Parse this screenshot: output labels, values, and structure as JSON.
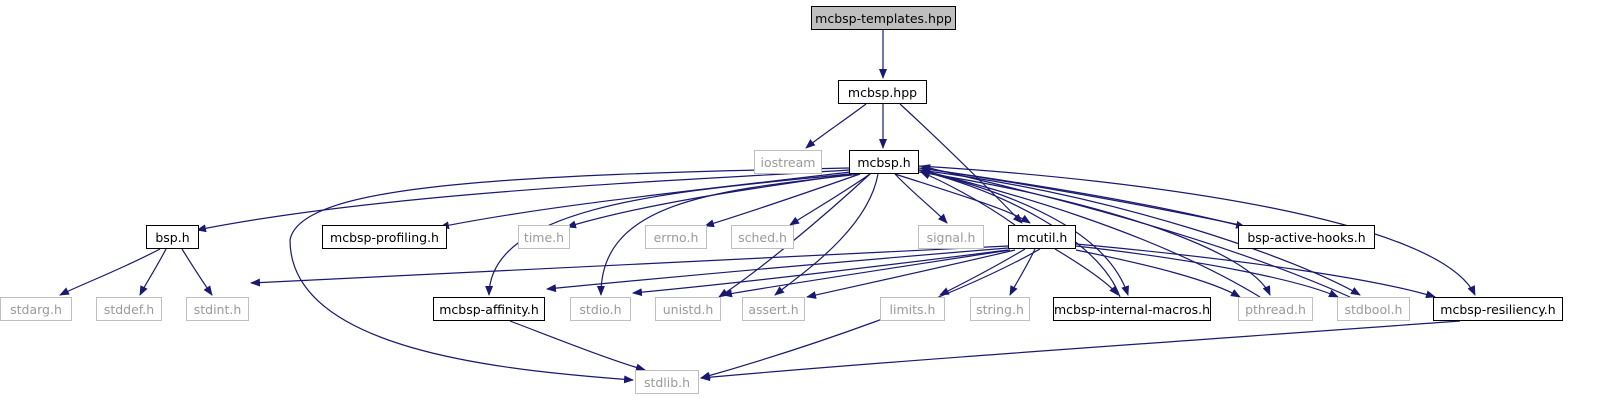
{
  "diagram": {
    "type": "include-dependency-graph",
    "colors": {
      "edge": "#191970",
      "root_fill": "#bfbfbf",
      "doc_border": "#000000",
      "sys_border": "#bfbfbf",
      "sys_text": "#9a9a9a"
    },
    "nodes": [
      {
        "id": "n0",
        "label": "mcbsp-templates.hpp",
        "kind": "root"
      },
      {
        "id": "n1",
        "label": "mcbsp.hpp",
        "kind": "doc"
      },
      {
        "id": "n2",
        "label": "iostream",
        "kind": "sys"
      },
      {
        "id": "n3",
        "label": "mcbsp.h",
        "kind": "doc"
      },
      {
        "id": "n4",
        "label": "bsp.h",
        "kind": "doc"
      },
      {
        "id": "n5",
        "label": "mcbsp-profiling.h",
        "kind": "doc"
      },
      {
        "id": "n6",
        "label": "time.h",
        "kind": "sys"
      },
      {
        "id": "n7",
        "label": "errno.h",
        "kind": "sys"
      },
      {
        "id": "n8",
        "label": "sched.h",
        "kind": "sys"
      },
      {
        "id": "n9",
        "label": "signal.h",
        "kind": "sys"
      },
      {
        "id": "n10",
        "label": "mcutil.h",
        "kind": "doc"
      },
      {
        "id": "n11",
        "label": "bsp-active-hooks.h",
        "kind": "doc"
      },
      {
        "id": "n12",
        "label": "stdarg.h",
        "kind": "sys"
      },
      {
        "id": "n13",
        "label": "stddef.h",
        "kind": "sys"
      },
      {
        "id": "n14",
        "label": "stdint.h",
        "kind": "sys"
      },
      {
        "id": "n15",
        "label": "mcbsp-affinity.h",
        "kind": "doc"
      },
      {
        "id": "n16",
        "label": "stdio.h",
        "kind": "sys"
      },
      {
        "id": "n17",
        "label": "unistd.h",
        "kind": "sys"
      },
      {
        "id": "n18",
        "label": "assert.h",
        "kind": "sys"
      },
      {
        "id": "n19",
        "label": "limits.h",
        "kind": "sys"
      },
      {
        "id": "n20",
        "label": "string.h",
        "kind": "sys"
      },
      {
        "id": "n21",
        "label": "mcbsp-internal-macros.h",
        "kind": "doc"
      },
      {
        "id": "n22",
        "label": "pthread.h",
        "kind": "sys"
      },
      {
        "id": "n23",
        "label": "stdbool.h",
        "kind": "sys"
      },
      {
        "id": "n24",
        "label": "mcbsp-resiliency.h",
        "kind": "doc"
      },
      {
        "id": "n25",
        "label": "stdlib.h",
        "kind": "sys"
      }
    ],
    "edges": [
      [
        "n0",
        "n1"
      ],
      [
        "n1",
        "n2"
      ],
      [
        "n1",
        "n3"
      ],
      [
        "n1",
        "n10"
      ],
      [
        "n3",
        "n4"
      ],
      [
        "n3",
        "n5"
      ],
      [
        "n3",
        "n6"
      ],
      [
        "n3",
        "n7"
      ],
      [
        "n3",
        "n8"
      ],
      [
        "n3",
        "n9"
      ],
      [
        "n3",
        "n10"
      ],
      [
        "n3",
        "n11"
      ],
      [
        "n3",
        "n15"
      ],
      [
        "n3",
        "n16"
      ],
      [
        "n3",
        "n17"
      ],
      [
        "n3",
        "n18"
      ],
      [
        "n3",
        "n21"
      ],
      [
        "n3",
        "n22"
      ],
      [
        "n3",
        "n23"
      ],
      [
        "n3",
        "n24"
      ],
      [
        "n3",
        "n25"
      ],
      [
        "n4",
        "n12"
      ],
      [
        "n4",
        "n13"
      ],
      [
        "n4",
        "n14"
      ],
      [
        "n10",
        "n14"
      ],
      [
        "n10",
        "n15"
      ],
      [
        "n10",
        "n16"
      ],
      [
        "n10",
        "n17"
      ],
      [
        "n10",
        "n18"
      ],
      [
        "n10",
        "n19"
      ],
      [
        "n10",
        "n20"
      ],
      [
        "n10",
        "n21"
      ],
      [
        "n10",
        "n22"
      ],
      [
        "n10",
        "n23"
      ],
      [
        "n10",
        "n24"
      ],
      [
        "n10",
        "n25"
      ],
      [
        "n10",
        "n3"
      ],
      [
        "n11",
        "n3"
      ],
      [
        "n22",
        "n3"
      ],
      [
        "n23",
        "n3"
      ],
      [
        "n21",
        "n3"
      ],
      [
        "n15",
        "n25"
      ],
      [
        "n24",
        "n25"
      ]
    ]
  }
}
